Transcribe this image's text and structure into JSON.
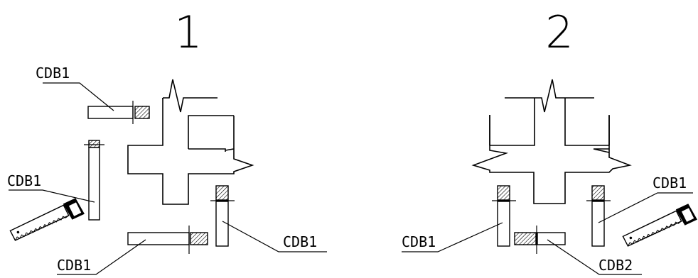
{
  "panels": [
    {
      "number": "1",
      "labels": {
        "top_left": "CDB1",
        "left": "CDB1",
        "bottom": "CDB1",
        "right": "CDB1"
      }
    },
    {
      "number": "2",
      "labels": {
        "left": "CDB1",
        "bottom_right": "CDB2",
        "right": "CDB1"
      }
    }
  ]
}
